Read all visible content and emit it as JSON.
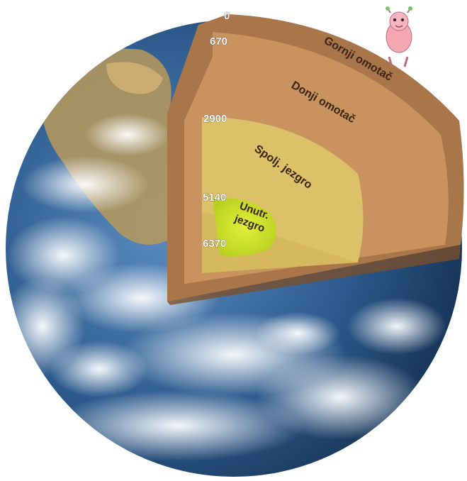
{
  "depth_labels": {
    "surface": "0",
    "upper_mantle_base": "670",
    "lower_mantle_base": "2900",
    "outer_core_base": "5140",
    "center": "6370"
  },
  "layer_labels": {
    "upper_mantle": "Gornji omotač",
    "lower_mantle": "Donji omotač",
    "outer_core": "Spolj. jezgro",
    "inner_core_line1": "Unutr.",
    "inner_core_line2": "jezgro"
  },
  "colors": {
    "ocean": "#2c5a8c",
    "upper_mantle": "#a9764a",
    "lower_mantle": "#c8935f",
    "outer_core": "#dcc168",
    "inner_core": "#c7dc2a",
    "cutaway_side": "#8f5f35"
  },
  "icons": {
    "mascot": "pink-cartoon-character-icon"
  }
}
